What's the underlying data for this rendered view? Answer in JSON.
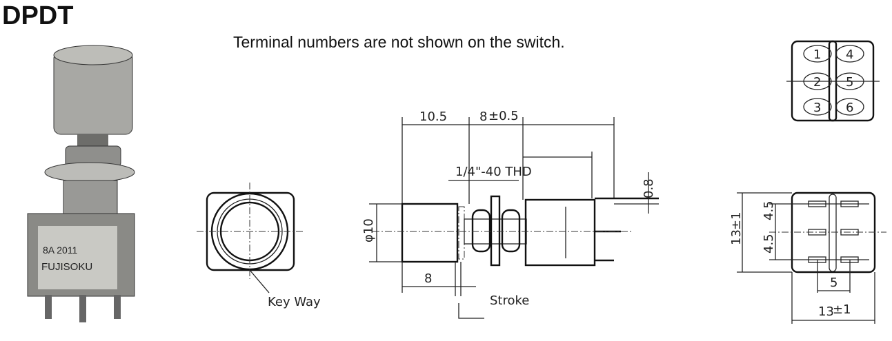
{
  "header": {
    "title": "DPDT",
    "note": "Terminal numbers are not shown on the switch."
  },
  "photo": {
    "marking_line1": "8A 2011",
    "marking_line2": "FUJISOKU"
  },
  "front_view": {
    "keyway_label": "Key Way"
  },
  "side_view": {
    "dim_knob_length": "10.5",
    "dim_bushing": "8",
    "dim_bushing_tol": "±0.5",
    "thread_label": "1/4\"-40 THD",
    "dim_terminal": "0.8",
    "dim_diameter": "φ10",
    "dim_knob_body": "8",
    "stroke_label": "Stroke"
  },
  "terminal_view": {
    "terminals": [
      "1",
      "2",
      "3",
      "4",
      "5",
      "6"
    ]
  },
  "bottom_view": {
    "pitch_1": "4.5",
    "pitch_2": "4.5",
    "height": "13",
    "height_tol": "±1",
    "row_spacing": "5",
    "width": "13",
    "width_tol": "±1"
  }
}
